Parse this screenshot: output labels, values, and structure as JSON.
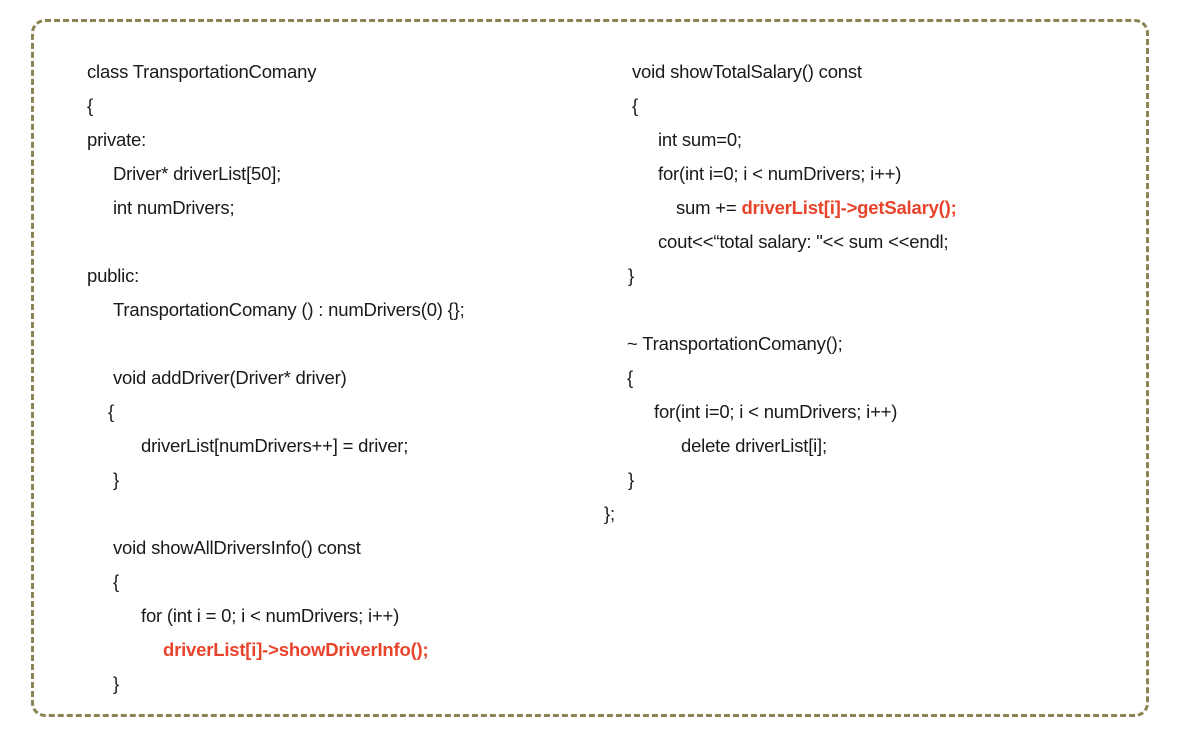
{
  "code": {
    "left": [
      {
        "text": "class TransportationComany"
      },
      {
        "text": "{"
      },
      {
        "text": "private:"
      },
      {
        "text": "Driver* driverList[50];"
      },
      {
        "text": "int numDrivers;"
      },
      {
        "text": "public:"
      },
      {
        "text": "TransportationComany () : numDrivers(0) {};"
      },
      {
        "text": "void addDriver(Driver* driver)"
      },
      {
        "text": "{"
      },
      {
        "text": "driverList[numDrivers++] = driver;"
      },
      {
        "text": "}"
      },
      {
        "text": "void showAllDriversInfo() const"
      },
      {
        "text": "{"
      },
      {
        "text": "for (int i = 0; i < numDrivers; i++)"
      },
      {
        "text": "",
        "highlight": "driverList[i]->showDriverInfo();"
      },
      {
        "text": "}"
      }
    ],
    "right": [
      {
        "text": "void showTotalSalary() const"
      },
      {
        "text": "{"
      },
      {
        "text": "int sum=0;"
      },
      {
        "text": "for(int i=0; i < numDrivers; i++)"
      },
      {
        "text": "sum += ",
        "highlight": "driverList[i]->getSalary();"
      },
      {
        "text": "cout<<“total salary: \"<< sum <<endl;"
      },
      {
        "text": "}"
      },
      {
        "text": "~ TransportationComany();"
      },
      {
        "text": "{"
      },
      {
        "text": "for(int i=0; i < numDrivers; i++)"
      },
      {
        "text": "delete driverList[i];"
      },
      {
        "text": "}"
      },
      {
        "text": "};"
      }
    ]
  },
  "colors": {
    "border": "#8a8453",
    "text": "#1a1a1a",
    "highlight": "#e8442c"
  }
}
